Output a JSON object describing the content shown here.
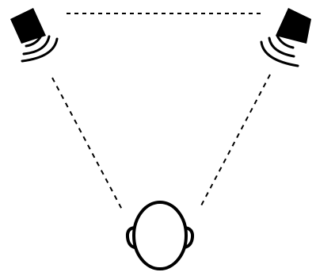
{
  "diagram": {
    "colors": {
      "ink": "#000000",
      "background": "#ffffff"
    },
    "elements": {
      "left_speaker": "speaker-icon",
      "right_speaker": "speaker-icon",
      "listener": "head-icon"
    },
    "connections": [
      {
        "from": "left_speaker",
        "to": "right_speaker",
        "style": "dashed"
      },
      {
        "from": "left_speaker",
        "to": "listener",
        "style": "dashed"
      },
      {
        "from": "right_speaker",
        "to": "listener",
        "style": "dashed"
      }
    ]
  }
}
